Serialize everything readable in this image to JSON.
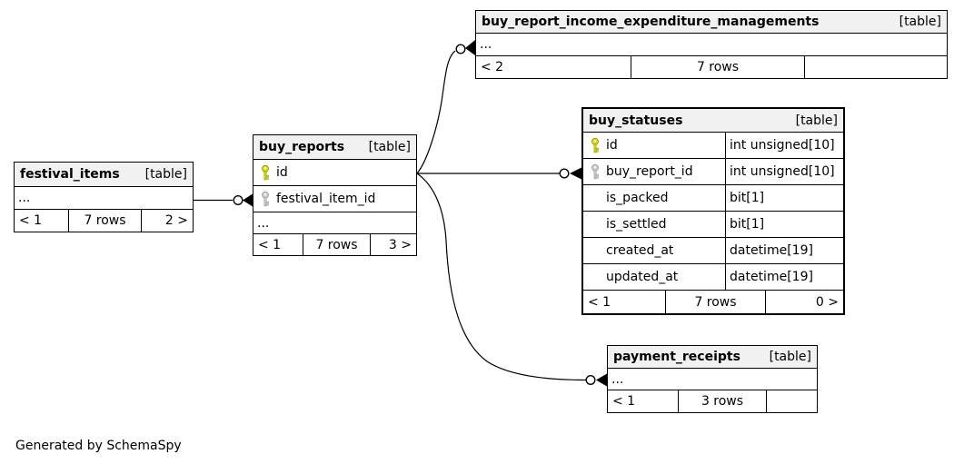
{
  "colors": {
    "header_bg": "#f1f1f1",
    "border": "#000000",
    "pk_fill": "#dede00",
    "pk_stroke": "#8f8f00",
    "fk_fill": "#cccccc",
    "fk_stroke": "#999999"
  },
  "generator_note": "Generated by SchemaSpy",
  "icons": {
    "primary_key": "key-icon-yellow",
    "foreign_key": "key-icon-gray"
  },
  "tables": {
    "income_expenditure": {
      "name": "buy_report_income_expenditure_managements",
      "badge": "[table]",
      "ellipsis": "...",
      "footer": {
        "parents": "< 2",
        "rows": "7 rows",
        "children": ""
      }
    },
    "festival_items": {
      "name": "festival_items",
      "badge": "[table]",
      "ellipsis": "...",
      "footer": {
        "parents": "< 1",
        "rows": "7 rows",
        "children": "2 >"
      }
    },
    "buy_reports": {
      "name": "buy_reports",
      "badge": "[table]",
      "columns": [
        {
          "name": "id",
          "key": "primary"
        },
        {
          "name": "festival_item_id",
          "key": "foreign"
        }
      ],
      "ellipsis": "...",
      "footer": {
        "parents": "< 1",
        "rows": "7 rows",
        "children": "3 >"
      }
    },
    "buy_statuses": {
      "name": "buy_statuses",
      "badge": "[table]",
      "columns": [
        {
          "name": "id",
          "type": "int unsigned[10]",
          "key": "primary"
        },
        {
          "name": "buy_report_id",
          "type": "int unsigned[10]",
          "key": "foreign"
        },
        {
          "name": "is_packed",
          "type": "bit[1]"
        },
        {
          "name": "is_settled",
          "type": "bit[1]"
        },
        {
          "name": "created_at",
          "type": "datetime[19]"
        },
        {
          "name": "updated_at",
          "type": "datetime[19]"
        }
      ],
      "footer": {
        "parents": "< 1",
        "rows": "7 rows",
        "children": "0 >"
      }
    },
    "payment_receipts": {
      "name": "payment_receipts",
      "badge": "[table]",
      "ellipsis": "...",
      "footer": {
        "parents": "< 1",
        "rows": "3 rows",
        "children": ""
      }
    }
  }
}
